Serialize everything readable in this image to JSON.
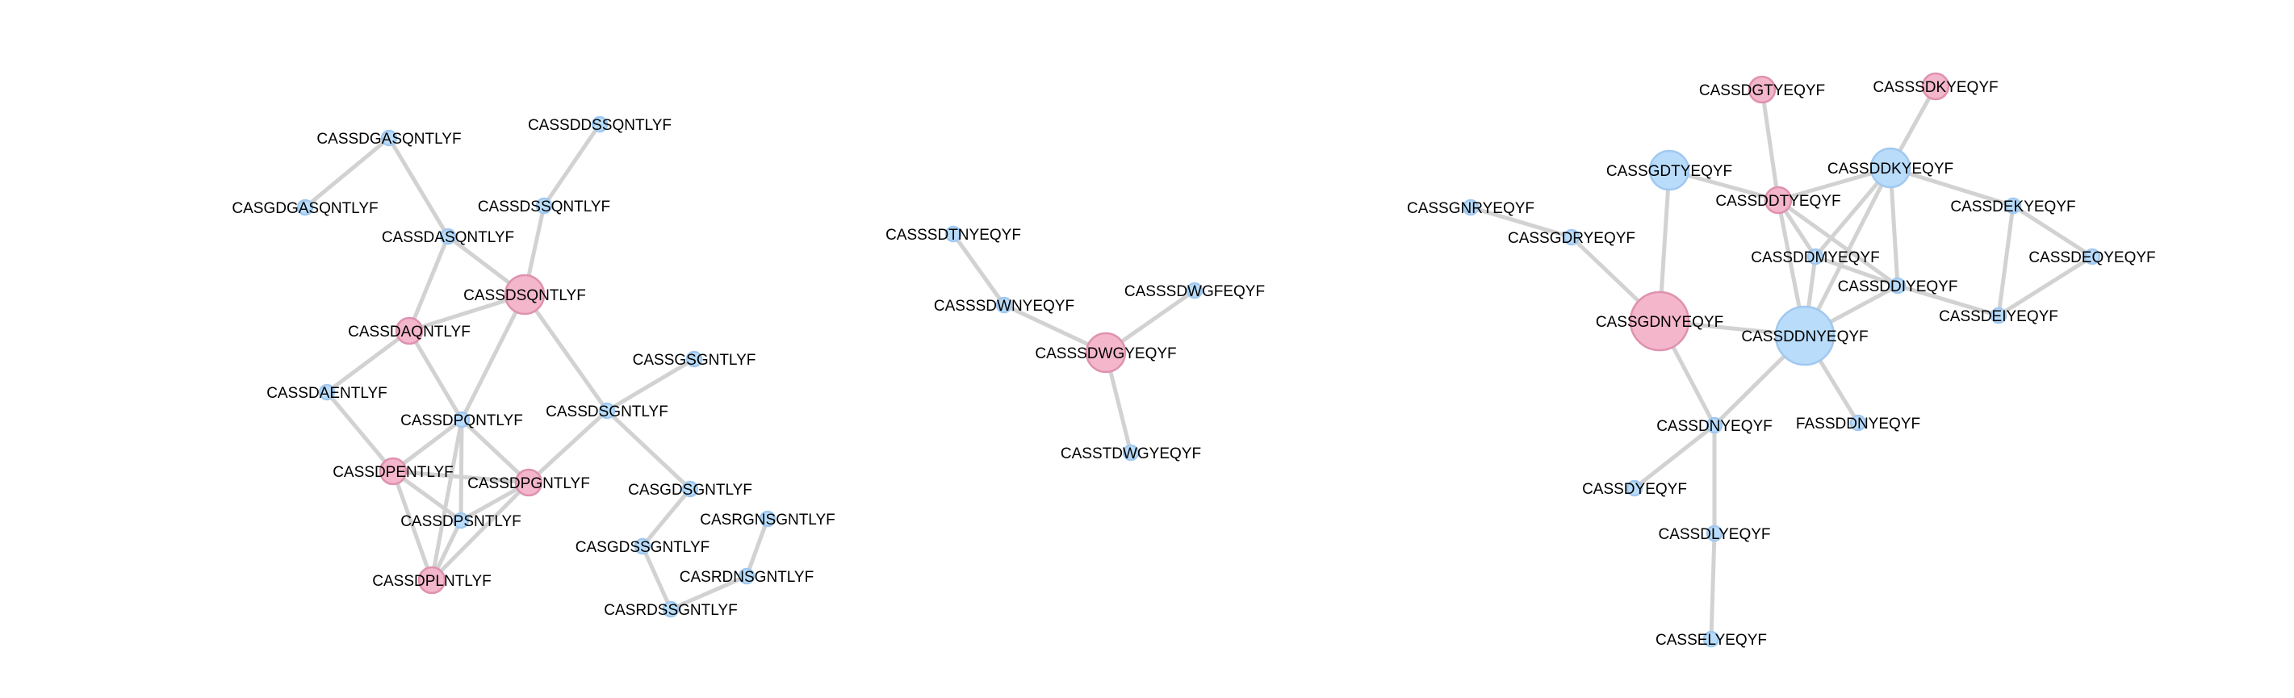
{
  "colors": {
    "pink_fill": "#f4b6ca",
    "pink_stroke": "#df91b0",
    "blue_fill": "#b8dcfa",
    "blue_stroke": "#a0c8f0",
    "edge": "#d2d2d2"
  },
  "graphs": [
    {
      "nodes": [
        {
          "id": "CASSDGASQNTLYF",
          "color": "blue",
          "size": "small"
        },
        {
          "id": "CASGDGASQNTLYF",
          "color": "blue",
          "size": "small"
        },
        {
          "id": "CASSDASQNTLYF",
          "color": "blue",
          "size": "small"
        },
        {
          "id": "CASSDDSSQNTLYF",
          "color": "blue",
          "size": "small"
        },
        {
          "id": "CASSDSSQNTLYF",
          "color": "blue",
          "size": "small"
        },
        {
          "id": "CASSDSQNTLYF",
          "color": "pink",
          "size": "large"
        },
        {
          "id": "CASSDAQNTLYF",
          "color": "pink",
          "size": "medium"
        },
        {
          "id": "CASSDAENTLYF",
          "color": "blue",
          "size": "small"
        },
        {
          "id": "CASSDPQNTLYF",
          "color": "blue",
          "size": "small"
        },
        {
          "id": "CASSDSGNTLYF",
          "color": "blue",
          "size": "small"
        },
        {
          "id": "CASSGSGNTLYF",
          "color": "blue",
          "size": "small"
        },
        {
          "id": "CASSDPENTLYF",
          "color": "pink",
          "size": "medium"
        },
        {
          "id": "CASSDPGNTLYF",
          "color": "pink",
          "size": "medium"
        },
        {
          "id": "CASSDPSNTLYF",
          "color": "blue",
          "size": "small"
        },
        {
          "id": "CASSDPLNTLYF",
          "color": "pink",
          "size": "medium"
        },
        {
          "id": "CASGDSGNTLYF",
          "color": "blue",
          "size": "small"
        },
        {
          "id": "CASRGNSGNTLYF",
          "color": "blue",
          "size": "small"
        },
        {
          "id": "CASGDSSGNTLYF",
          "color": "blue",
          "size": "small"
        },
        {
          "id": "CASRDNSGNTLYF",
          "color": "blue",
          "size": "small"
        },
        {
          "id": "CASRDSSGNTLYF",
          "color": "blue",
          "size": "small"
        }
      ],
      "edges": [
        [
          "CASSDGASQNTLYF",
          "CASGDGASQNTLYF"
        ],
        [
          "CASSDGASQNTLYF",
          "CASSDASQNTLYF"
        ],
        [
          "CASSDASQNTLYF",
          "CASSDSQNTLYF"
        ],
        [
          "CASSDDSSQNTLYF",
          "CASSDSSQNTLYF"
        ],
        [
          "CASSDSSQNTLYF",
          "CASSDSQNTLYF"
        ],
        [
          "CASSDASQNTLYF",
          "CASSDAQNTLYF"
        ],
        [
          "CASSDSQNTLYF",
          "CASSDAQNTLYF"
        ],
        [
          "CASSDSQNTLYF",
          "CASSDPQNTLYF"
        ],
        [
          "CASSDSQNTLYF",
          "CASSDSGNTLYF"
        ],
        [
          "CASSDAQNTLYF",
          "CASSDAENTLYF"
        ],
        [
          "CASSDAQNTLYF",
          "CASSDPQNTLYF"
        ],
        [
          "CASSDAENTLYF",
          "CASSDPENTLYF"
        ],
        [
          "CASSDPQNTLYF",
          "CASSDPENTLYF"
        ],
        [
          "CASSDPQNTLYF",
          "CASSDPGNTLYF"
        ],
        [
          "CASSDPQNTLYF",
          "CASSDPSNTLYF"
        ],
        [
          "CASSDPQNTLYF",
          "CASSDPLNTLYF"
        ],
        [
          "CASSDSGNTLYF",
          "CASSGSGNTLYF"
        ],
        [
          "CASSDSGNTLYF",
          "CASSDPGNTLYF"
        ],
        [
          "CASSDSGNTLYF",
          "CASGDSGNTLYF"
        ],
        [
          "CASSDPENTLYF",
          "CASSDPSNTLYF"
        ],
        [
          "CASSDPENTLYF",
          "CASSDPLNTLYF"
        ],
        [
          "CASSDPENTLYF",
          "CASSDPGNTLYF"
        ],
        [
          "CASSDPGNTLYF",
          "CASSDPSNTLYF"
        ],
        [
          "CASSDPGNTLYF",
          "CASSDPLNTLYF"
        ],
        [
          "CASSDPSNTLYF",
          "CASSDPLNTLYF"
        ],
        [
          "CASGDSGNTLYF",
          "CASGDSSGNTLYF"
        ],
        [
          "CASRGNSGNTLYF",
          "CASRDNSGNTLYF"
        ],
        [
          "CASGDSSGNTLYF",
          "CASRDSSGNTLYF"
        ],
        [
          "CASRDNSGNTLYF",
          "CASRDSSGNTLYF"
        ]
      ]
    },
    {
      "nodes": [
        {
          "id": "CASSSDTNYEQYF",
          "color": "blue",
          "size": "small"
        },
        {
          "id": "CASSSDWNYEQYF",
          "color": "blue",
          "size": "small"
        },
        {
          "id": "CASSSDWGFEQYF",
          "color": "blue",
          "size": "small"
        },
        {
          "id": "CASSSDWGYEQYF",
          "color": "pink",
          "size": "large"
        },
        {
          "id": "CASSTDWGYEQYF",
          "color": "blue",
          "size": "small"
        }
      ],
      "edges": [
        [
          "CASSSDTNYEQYF",
          "CASSSDWNYEQYF"
        ],
        [
          "CASSSDWNYEQYF",
          "CASSSDWGYEQYF"
        ],
        [
          "CASSSDWGFEQYF",
          "CASSSDWGYEQYF"
        ],
        [
          "CASSSDWGYEQYF",
          "CASSTDWGYEQYF"
        ]
      ]
    },
    {
      "nodes": [
        {
          "id": "CASSDGTYEQYF",
          "color": "pink",
          "size": "medium"
        },
        {
          "id": "CASSSDKYEQYF",
          "color": "pink",
          "size": "medium"
        },
        {
          "id": "CASSGDTYEQYF",
          "color": "blue",
          "size": "large"
        },
        {
          "id": "CASSDDKYEQYF",
          "color": "blue",
          "size": "large"
        },
        {
          "id": "CASSGNRYEQYF",
          "color": "blue",
          "size": "small"
        },
        {
          "id": "CASSDDTYEQYF",
          "color": "pink",
          "size": "medium"
        },
        {
          "id": "CASSDEKYEQYF",
          "color": "blue",
          "size": "small"
        },
        {
          "id": "CASSGDRYEQYF",
          "color": "blue",
          "size": "small"
        },
        {
          "id": "CASSDDMYEQYF",
          "color": "blue",
          "size": "small"
        },
        {
          "id": "CASSDEQYEQYF",
          "color": "blue",
          "size": "small"
        },
        {
          "id": "CASSDDIYEQYF",
          "color": "blue",
          "size": "small"
        },
        {
          "id": "CASSGDNYEQYF",
          "color": "pink",
          "size": "xlarge"
        },
        {
          "id": "CASSDEIYEQYF",
          "color": "blue",
          "size": "small"
        },
        {
          "id": "CASSDDNYEQYF",
          "color": "blue",
          "size": "xlarge"
        },
        {
          "id": "CASSDNYEQYF",
          "color": "blue",
          "size": "small"
        },
        {
          "id": "FASSDDNYEQYF",
          "color": "blue",
          "size": "small"
        },
        {
          "id": "CASSDYEQYF",
          "color": "blue",
          "size": "small"
        },
        {
          "id": "CASSDLYEQYF",
          "color": "blue",
          "size": "small"
        },
        {
          "id": "CASSELYEQYF",
          "color": "blue",
          "size": "small"
        }
      ],
      "edges": [
        [
          "CASSDGTYEQYF",
          "CASSDDTYEQYF"
        ],
        [
          "CASSSDKYEQYF",
          "CASSDDKYEQYF"
        ],
        [
          "CASSGDTYEQYF",
          "CASSDDTYEQYF"
        ],
        [
          "CASSGDTYEQYF",
          "CASSGDNYEQYF"
        ],
        [
          "CASSDDKYEQYF",
          "CASSDDTYEQYF"
        ],
        [
          "CASSDDKYEQYF",
          "CASSDEKYEQYF"
        ],
        [
          "CASSDDKYEQYF",
          "CASSDDMYEQYF"
        ],
        [
          "CASSDDKYEQYF",
          "CASSDDIYEQYF"
        ],
        [
          "CASSDDKYEQYF",
          "CASSDDNYEQYF"
        ],
        [
          "CASSDDTYEQYF",
          "CASSDDMYEQYF"
        ],
        [
          "CASSDDTYEQYF",
          "CASSDDIYEQYF"
        ],
        [
          "CASSDDTYEQYF",
          "CASSDDNYEQYF"
        ],
        [
          "CASSDDMYEQYF",
          "CASSDDNYEQYF"
        ],
        [
          "CASSDDMYEQYF",
          "CASSDDIYEQYF"
        ],
        [
          "CASSDDIYEQYF",
          "CASSDDNYEQYF"
        ],
        [
          "CASSDDIYEQYF",
          "CASSDEIYEQYF"
        ],
        [
          "CASSDEKYEQYF",
          "CASSDEQYEQYF"
        ],
        [
          "CASSDEKYEQYF",
          "CASSDEIYEQYF"
        ],
        [
          "CASSDEQYEQYF",
          "CASSDEIYEQYF"
        ],
        [
          "CASSGNRYEQYF",
          "CASSGDRYEQYF"
        ],
        [
          "CASSGDRYEQYF",
          "CASSGDNYEQYF"
        ],
        [
          "CASSGDNYEQYF",
          "CASSDDNYEQYF"
        ],
        [
          "CASSGDNYEQYF",
          "CASSDNYEQYF"
        ],
        [
          "CASSDDNYEQYF",
          "CASSDNYEQYF"
        ],
        [
          "CASSDDNYEQYF",
          "FASSDDNYEQYF"
        ],
        [
          "CASSDNYEQYF",
          "CASSDYEQYF"
        ],
        [
          "CASSDNYEQYF",
          "CASSDLYEQYF"
        ],
        [
          "CASSDLYEQYF",
          "CASSELYEQYF"
        ]
      ]
    }
  ]
}
